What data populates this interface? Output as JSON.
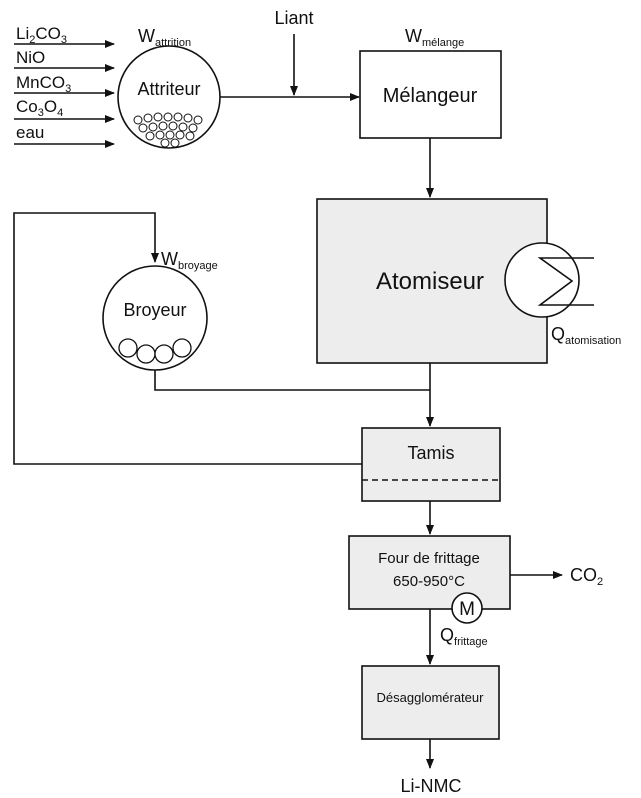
{
  "inputs": [
    {
      "base": "Li",
      "sub": "2",
      "rest": "CO",
      "sub2": "3"
    },
    {
      "base": "NiO",
      "sub": "",
      "rest": "",
      "sub2": ""
    },
    {
      "base": "MnCO",
      "sub": "3",
      "rest": "",
      "sub2": ""
    },
    {
      "base": "Co",
      "sub": "3",
      "rest": "O",
      "sub2": "4"
    },
    {
      "base": "eau",
      "sub": "",
      "rest": "",
      "sub2": ""
    }
  ],
  "attrition": {
    "w_main": "W",
    "w_sub": "attrition",
    "label": "Attriteur"
  },
  "liant": "Liant",
  "melange": {
    "w_main": "W",
    "w_sub": "mélange",
    "label": "Mélangeur"
  },
  "atomiseur": {
    "label": "Atomiseur",
    "q_main": "Q",
    "q_sub": "atomisation"
  },
  "broyeur": {
    "w_main": "W",
    "w_sub": "broyage",
    "label": "Broyeur"
  },
  "tamis": {
    "label": "Tamis"
  },
  "four": {
    "line1": "Four de frittage",
    "line2": "650-950°C",
    "q_main": "Q",
    "q_sub": "frittage",
    "heater_symbol": "M"
  },
  "co2": {
    "main": "CO",
    "sub": "2"
  },
  "desagglo": {
    "label": "Désagglomérateur"
  },
  "output": "Li-NMC",
  "colors": {
    "box_fill": "#ededed",
    "line": "#111111",
    "box_white": "#ffffff"
  }
}
